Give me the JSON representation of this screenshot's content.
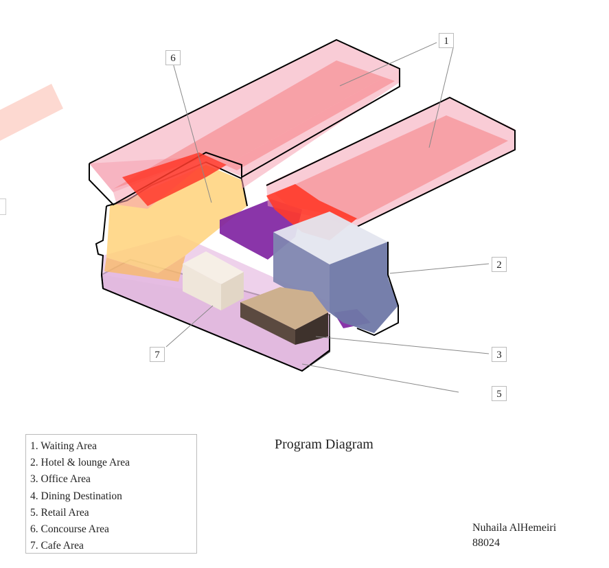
{
  "diagram": {
    "title": "Program Diagram",
    "callouts": [
      "1",
      "2",
      "3",
      "5",
      "6",
      "7"
    ],
    "zone_colors": {
      "waiting": "#f4a3b4",
      "waiting_inner": "#f67d82",
      "hotel": "#7f86b0",
      "hotel_top": "#e4e6ef",
      "office": "#cdb08e",
      "office_side": "#5b4a40",
      "dining": "#7d1fa0",
      "retail": "#d9a4d5",
      "concourse": "#ffd27a",
      "cafe": "#efe6da",
      "red_overlap": "#ff3a2a",
      "accent_stroke": "#fdd5cc"
    }
  },
  "legend": {
    "items": [
      "1. Waiting Area",
      "2. Hotel & lounge Area",
      "3. Office Area",
      "4. Dining Destination",
      "5. Retail Area",
      "6. Concourse Area",
      "7. Cafe Area"
    ]
  },
  "author": {
    "name": "Nuhaila AlHemeiri",
    "id": "88024"
  }
}
